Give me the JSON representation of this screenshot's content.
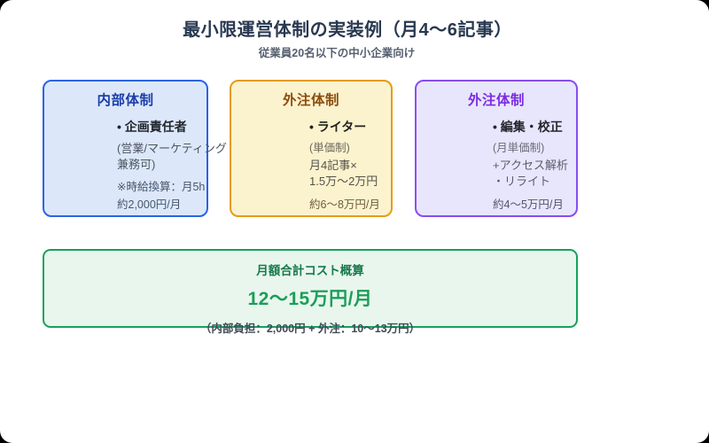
{
  "page": {
    "title": "最小限運営体制の実装例（月4〜6記事）",
    "subtitle": "従業員20名以下の中小企業向け",
    "background": "#ffffff",
    "outer_background": "#000000"
  },
  "boxes": [
    {
      "header": "内部体制",
      "bg": "#dce8fa",
      "border": "#2a63e8",
      "header_color": "#1d3faa",
      "lines": [
        {
          "text": "• 企画責任者",
          "color": "#22262e"
        },
        {
          "text": "(営業/マーケティング",
          "color": "#4e5560"
        },
        {
          "text": "兼務可)",
          "color": "#4e5560"
        },
        {
          "text": "※時給換算：月5h",
          "color": "#47566f"
        },
        {
          "text": "約2,000円/月",
          "color": "#47566f"
        }
      ]
    },
    {
      "header": "外注体制",
      "bg": "#fbf3ce",
      "border": "#e69b17",
      "header_color": "#8d4d10",
      "lines": [
        {
          "text": "• ライター",
          "color": "#24221d"
        },
        {
          "text": "(単価制)",
          "color": "#6e685c"
        },
        {
          "text": "月4記事×",
          "color": "#56524a"
        },
        {
          "text": "1.5万〜2万円",
          "color": "#56524a"
        },
        {
          "text": "約6〜8万円/月",
          "color": "#6e5c3c"
        }
      ]
    },
    {
      "header": "外注体制",
      "bg": "#e8e6fc",
      "border": "#8a4cf0",
      "header_color": "#7b2ce2",
      "lines": [
        {
          "text": "• 編集・校正",
          "color": "#26252c"
        },
        {
          "text": "(月単価制)",
          "color": "#6c6a77"
        },
        {
          "text": "+アクセス解析",
          "color": "#5c5b68"
        },
        {
          "text": "・リライト",
          "color": "#5c5b68"
        },
        {
          "text": "約4〜5万円/月",
          "color": "#575072"
        }
      ]
    }
  ],
  "summary": {
    "header": "月額合計コスト概算",
    "amount": "12〜15万円/月",
    "breakdown": "（内部負担：2,000円 + 外注：10〜13万円）",
    "bg": "#e9f6ee",
    "border": "#17a15d",
    "header_color": "#197a4a",
    "amount_color": "#1b9e58",
    "breakdown_color": "#414b57"
  }
}
